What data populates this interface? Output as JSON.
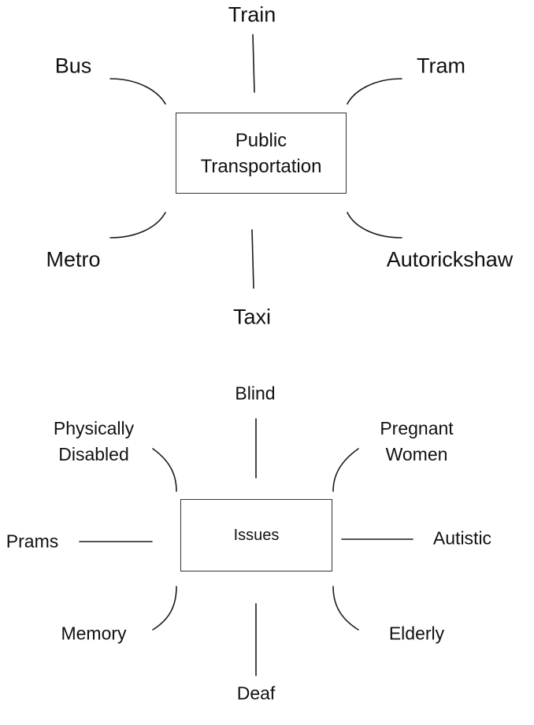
{
  "diagrams": [
    {
      "center": {
        "lines": [
          "Public",
          "Transportation"
        ]
      },
      "nodes": {
        "train": "Train",
        "bus": "Bus",
        "tram": "Tram",
        "metro": "Metro",
        "autorickshaw": "Autorickshaw",
        "taxi": "Taxi"
      }
    },
    {
      "center": {
        "lines": [
          "Issues"
        ]
      },
      "nodes": {
        "blind": "Blind",
        "physically_disabled": [
          "Physically",
          "Disabled"
        ],
        "pregnant_women": [
          "Pregnant",
          "Women"
        ],
        "prams": "Prams",
        "autistic": "Autistic",
        "memory": "Memory",
        "elderly": "Elderly",
        "deaf": "Deaf"
      }
    }
  ]
}
